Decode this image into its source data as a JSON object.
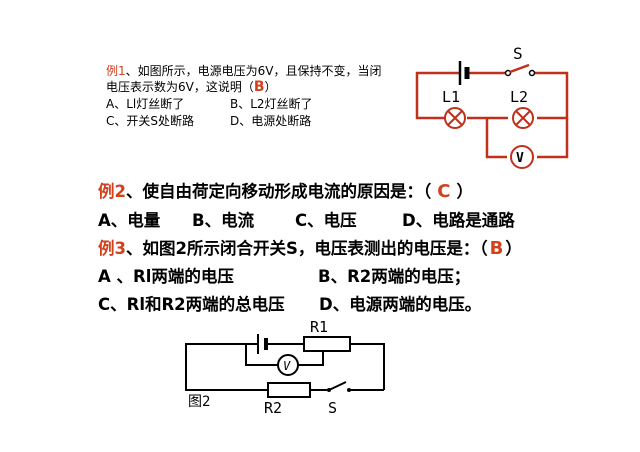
{
  "example1": {
    "label": "例1",
    "line1_rest": "、如图所示，电源电压为6V，且保持不变，当闭",
    "line2_prefix": "电压表示数为6V，这说明（",
    "answer": "B",
    "line2_suffix": "）",
    "option_a": "A、Ll灯丝断了",
    "option_b": "B、L2灯丝断了",
    "option_c": "C、开关S处断路",
    "option_d": "D、电源处断路"
  },
  "circuit1": {
    "switch_label": "S",
    "lamp1_label": "L1",
    "lamp2_label": "L2",
    "voltmeter_label": "V",
    "wire_color": "#c0301a"
  },
  "example2": {
    "label": "例2",
    "question": "、使自由荷定向移动形成电流的原因是：（",
    "answer": "C",
    "close": "）",
    "option_a": "A、电量",
    "option_b": "B、电流",
    "option_c": "C、电压",
    "option_d": "D、电路是通路"
  },
  "example3": {
    "label": "例3",
    "question": "、如图2所示闭合开关S，电压表测出的电压是：（",
    "answer": "B",
    "close": "）",
    "option_a": "A 、Rl两端的电压",
    "option_b": "B、R2两端的电压；",
    "option_c": "C、Rl和R2两端的总电压",
    "option_d": "D、电源两端的电压。"
  },
  "circuit2": {
    "r1_label": "R1",
    "r2_label": "R2",
    "switch_label": "S",
    "voltmeter_label": "V",
    "figure_label": "图2"
  }
}
